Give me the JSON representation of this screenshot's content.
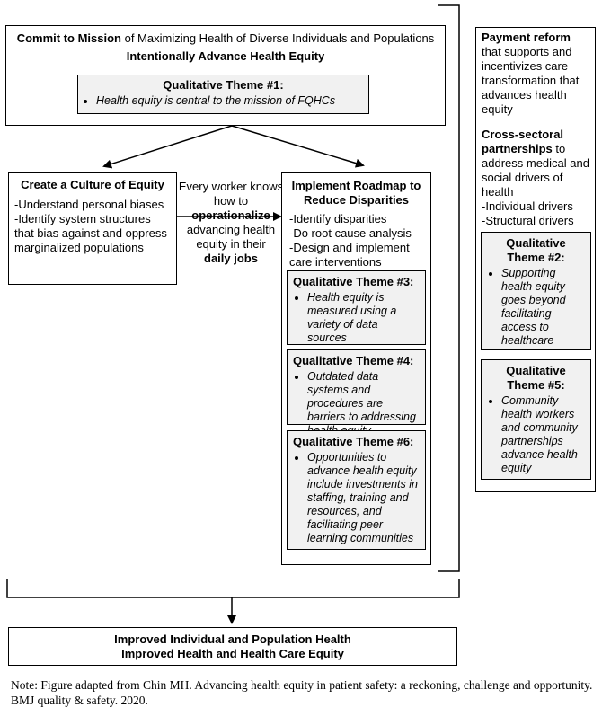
{
  "mission": {
    "bold_lead": "Commit to Mission",
    "rest": " of Maximizing Health of Diverse Individuals and Populations",
    "subtitle": "Intentionally Advance Health Equity",
    "theme1": {
      "title": "Qualitative Theme #1:",
      "item": "Health equity is central to the mission of FQHCs"
    }
  },
  "culture": {
    "title": "Create a Culture of Equity",
    "items": [
      "-Understand personal biases",
      "-Identify system structures that bias against and oppress marginalized populations"
    ]
  },
  "center_text": {
    "line1": "Every worker knows how to",
    "bold1": "operationalize",
    "line2": "advancing health equity in their",
    "bold2": "daily jobs"
  },
  "roadmap": {
    "title": "Implement Roadmap to Reduce Disparities",
    "items": [
      "-Identify disparities",
      "-Do root cause analysis",
      "-Design and implement care interventions"
    ],
    "theme3": {
      "title": "Qualitative Theme #3:",
      "item": "Health equity is measured using a variety of data sources"
    },
    "theme4": {
      "title": "Qualitative Theme #4:",
      "item": "Outdated data systems and procedures are barriers to addressing health equity"
    },
    "theme6": {
      "title": "Qualitative Theme #6:",
      "item": "Opportunities to advance health equity include investments in staffing, training and resources, and facilitating peer learning communities"
    }
  },
  "side": {
    "payment_bold": "Payment reform",
    "payment_rest": "that supports and incentivizes care transformation that advances health equity",
    "cross_bold": "Cross-sectoral partnerships",
    "cross_rest": " to address medical and social drivers of health",
    "drivers": [
      "-Individual drivers",
      "-Structural drivers"
    ],
    "theme2": {
      "title": "Qualitative Theme #2:",
      "item": "Supporting health equity goes beyond facilitating access to healthcare"
    },
    "theme5": {
      "title": "Qualitative Theme #5:",
      "item": "Community health workers and community partnerships advance health equity"
    }
  },
  "outcome": {
    "line1": "Improved Individual and Population Health",
    "line2": "Improved Health and Health Care Equity"
  },
  "note": "Note: Figure adapted from Chin MH. Advancing health equity in patient safety: a reckoning, challenge and opportunity. BMJ quality & safety. 2020."
}
